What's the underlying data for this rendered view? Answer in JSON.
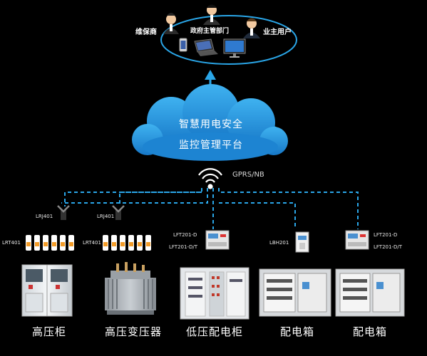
{
  "users": {
    "maintainer": "维保商",
    "government": "政府主管部门",
    "owner": "业主用户"
  },
  "platform": {
    "line1": "智慧用电安全",
    "line2": "监控管理平台"
  },
  "network": "GPRS/NB",
  "devices": {
    "lrj_1": "LRJ401",
    "lrj_2": "LRJ401",
    "lrt_1": "LRT401",
    "lrt_2": "LRT401",
    "lft_d_1": "LFT201-D",
    "lft_dt_1": "LFT201-D/T",
    "lbh": "LBH201",
    "lft_d_2": "LFT201-D",
    "lft_dt_2": "LFT201-D/T"
  },
  "equipment": {
    "hv_cabinet": "高压柜",
    "hv_transformer": "高压变压器",
    "lv_cabinet": "低压配电柜",
    "dist_box_1": "配电箱",
    "dist_box_2": "配电箱"
  },
  "colors": {
    "accent_blue": "#2aa6e8",
    "cloud_blue": "#1e90d8",
    "background": "#000000"
  }
}
